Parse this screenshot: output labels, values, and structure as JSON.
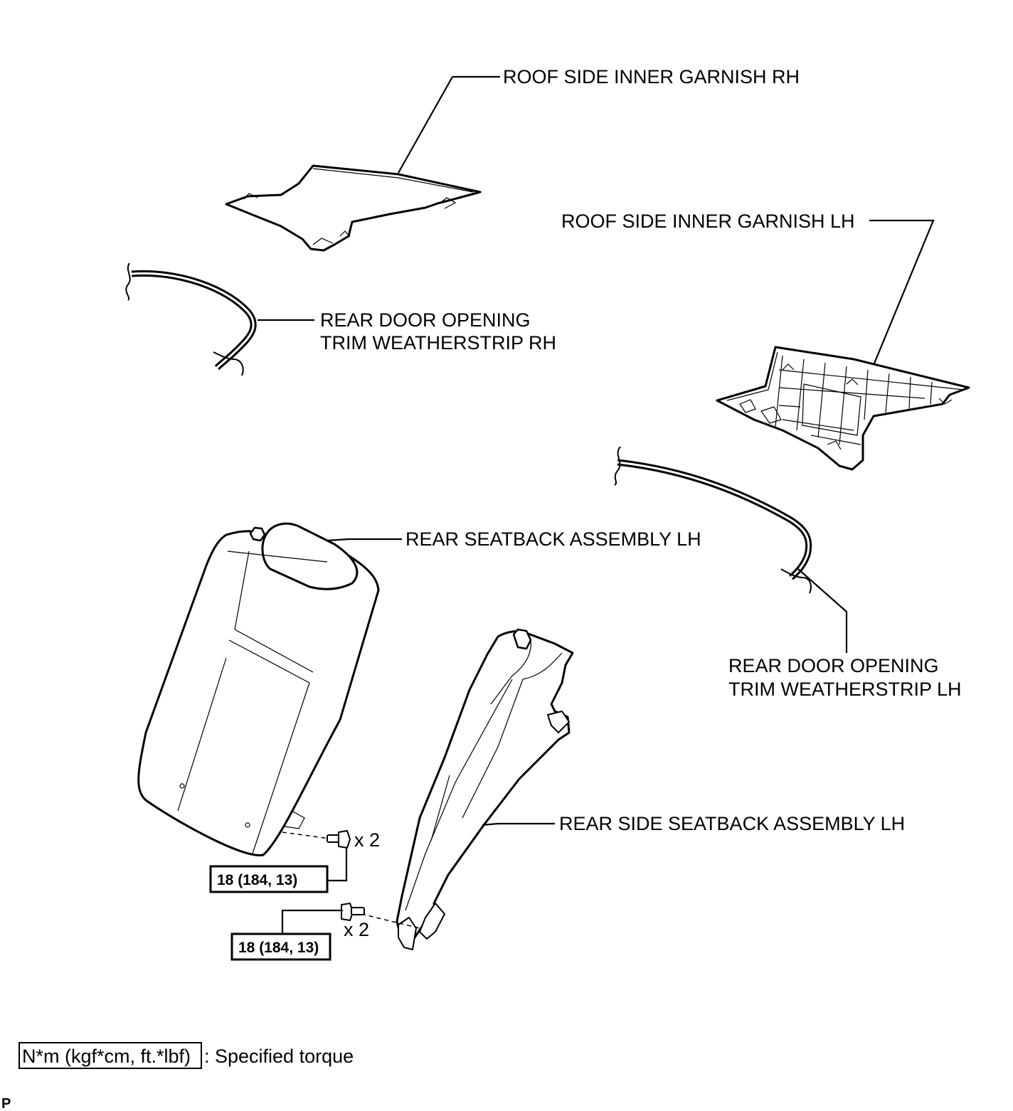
{
  "labels": {
    "roof_garnish_rh": "ROOF SIDE INNER GARNISH RH",
    "roof_garnish_lh": "ROOF SIDE INNER GARNISH LH",
    "weatherstrip_rh_line1": "REAR DOOR OPENING",
    "weatherstrip_rh_line2": "TRIM WEATHERSTRIP RH",
    "weatherstrip_lh_line1": "REAR DOOR OPENING",
    "weatherstrip_lh_line2": "TRIM WEATHERSTRIP LH",
    "rear_seatback_lh": "REAR SEATBACK ASSEMBLY LH",
    "rear_side_seatback_lh": "REAR SIDE SEATBACK ASSEMBLY LH"
  },
  "fasteners": {
    "upper_quantity": "x 2",
    "lower_quantity": "x 2",
    "upper_torque": "18 (184, 13)",
    "lower_torque": "18 (184, 13)"
  },
  "legend": {
    "unit_box": "N*m (kgf*cm, ft.*lbf)",
    "description": ": Specified torque"
  },
  "corner_mark": "P",
  "icons": [
    "bolt-icon",
    "bolt-icon"
  ]
}
